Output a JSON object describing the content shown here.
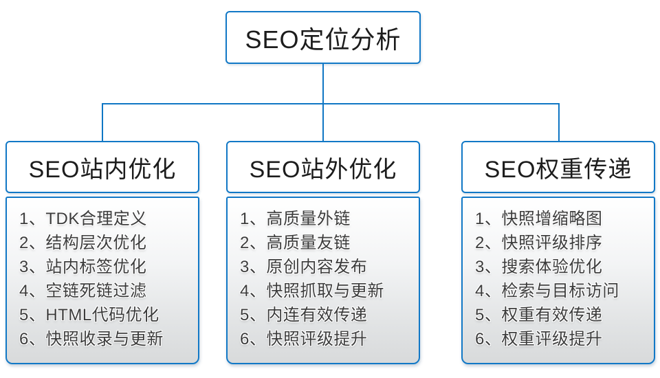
{
  "diagram_title": "SEO定位分析",
  "root": {
    "title": "SEO定位分析"
  },
  "columns": [
    {
      "id": "onsite-seo",
      "title": "SEO站内优化",
      "items": [
        "1、TDK合理定义",
        "2、结构层次优化",
        "3、站内标签优化",
        "4、空链死链过滤",
        "5、HTML代码优化",
        "6、快照收录与更新"
      ]
    },
    {
      "id": "offsite-seo",
      "title": "SEO站外优化",
      "items": [
        "1、高质量外链",
        "2、高质量友链",
        "3、原创内容发布",
        "4、快照抓取与更新",
        "5、内连有效传递",
        "6、快照评级提升"
      ]
    },
    {
      "id": "weight-transfer",
      "title": "SEO权重传递",
      "items": [
        "1、快照增缩略图",
        "2、快照评级排序",
        "3、搜索体验优化",
        "4、检索与目标访问",
        "5、权重有效传递",
        "6、权重评级提升"
      ]
    }
  ],
  "colors": {
    "box_border": "#1178c6",
    "connector_line": "#0f76c4",
    "header_text": "#1c1c1c",
    "list_text": "#3c3c3c",
    "list_gradient_top": "#ffffff",
    "list_gradient_bottom": "#d8dadb",
    "background": "#ffffff"
  }
}
